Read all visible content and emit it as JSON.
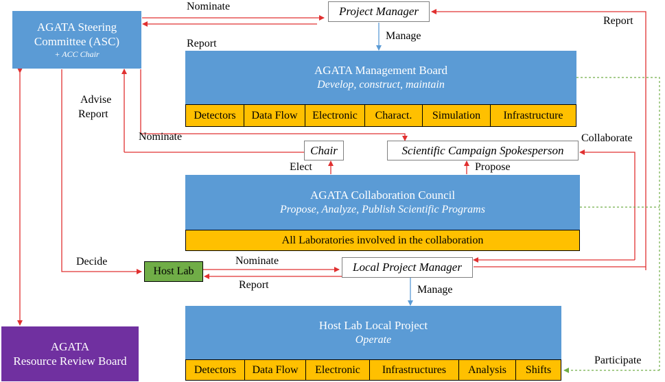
{
  "colors": {
    "box_blue": "#5b9bd5",
    "strip_orange": "#ffc000",
    "host_green": "#70ad47",
    "rrb_purple": "#7030a0",
    "arrow_red": "#e03030",
    "arrow_blue": "#5b9bd5",
    "dashed_green": "#70ad47"
  },
  "nodes": {
    "asc": {
      "title_line1": "AGATA Steering",
      "title_line2": "Committee (ASC)",
      "sub": "+ ACC Chair"
    },
    "project_manager": {
      "label": "Project Manager"
    },
    "management_board": {
      "title": "AGATA Management Board",
      "sub": "Develop, construct, maintain",
      "cells": [
        "Detectors",
        "Data Flow",
        "Electronic",
        "Charact.",
        "Simulation",
        "Infrastructure"
      ]
    },
    "chair": {
      "label": "Chair"
    },
    "spokesperson": {
      "label": "Scientific Campaign Spokesperson"
    },
    "council": {
      "title": "AGATA Collaboration Council",
      "sub": "Propose, Analyze, Publish Scientific Programs",
      "strip": "All Laboratories involved in the collaboration"
    },
    "host_lab": {
      "label": "Host Lab"
    },
    "local_pm": {
      "label": "Local Project Manager"
    },
    "local_project": {
      "title": "Host Lab Local Project",
      "sub": "Operate",
      "cells": [
        "Detectors",
        "Data Flow",
        "Electronic",
        "Infrastructures",
        "Analysis",
        "Shifts"
      ]
    },
    "rrb": {
      "title_line1": "AGATA",
      "title_line2": "Resource Review Board"
    }
  },
  "edge_labels": {
    "nominate_top": "Nominate",
    "manage_top": "Manage",
    "report_board": "Report",
    "report_right": "Report",
    "advise": "Advise",
    "report_left": "Report",
    "nominate_mid": "Nominate",
    "collaborate": "Collaborate",
    "elect": "Elect",
    "propose": "Propose",
    "decide": "Decide",
    "nominate_low": "Nominate",
    "report_low": "Report",
    "manage_low": "Manage",
    "participate": "Participate"
  }
}
